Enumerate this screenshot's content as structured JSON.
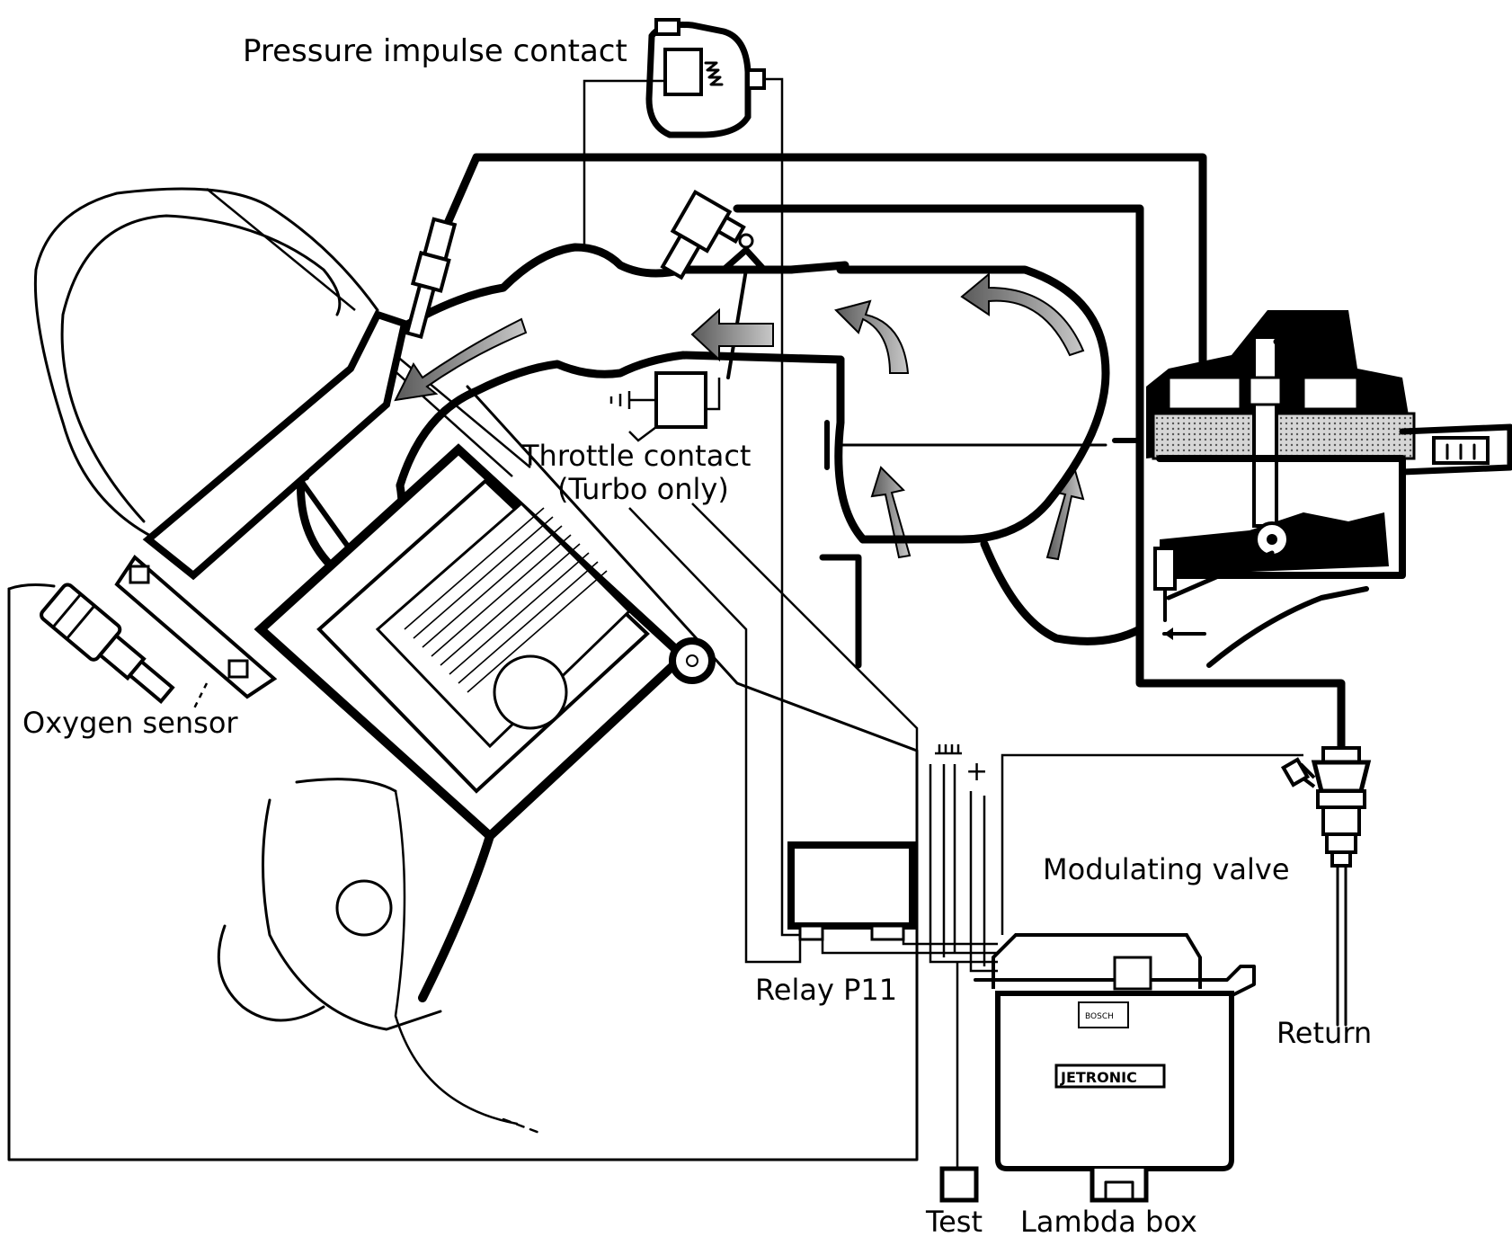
{
  "labels": {
    "pressure_impulse_contact": "Pressure impulse contact",
    "throttle_contact_line1": "Throttle contact",
    "throttle_contact_line2": "(Turbo only)",
    "oxygen_sensor": "Oxygen sensor",
    "modulating_valve": "Modulating valve",
    "return": "Return",
    "relay": "Relay P11",
    "test": "Test",
    "lambda_box": "Lambda box",
    "ecu_brand": "JETRONIC",
    "ecu_badge": "BOSCH",
    "plus": "+"
  },
  "colors": {
    "ink": "#000000",
    "paper": "#ffffff",
    "arrow_fill": "#8a8a8a"
  }
}
